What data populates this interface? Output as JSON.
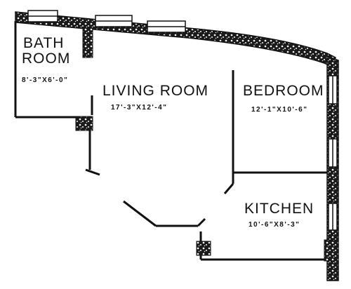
{
  "rooms": {
    "bathroom": {
      "line1": "BATH",
      "line2": "ROOM",
      "dims": "8'-3\"X6'-0\""
    },
    "living_room": {
      "name": "LIVING ROOM",
      "dims": "17'-3\"X12'-4\""
    },
    "bedroom": {
      "name": "BEDROOM",
      "dims": "12'-1\"X10'-6\""
    },
    "kitchen": {
      "name": "KITCHEN",
      "dims": "10'-6\"X8'-3\""
    }
  },
  "colors": {
    "ink": "#111111",
    "paper": "#ffffff"
  }
}
